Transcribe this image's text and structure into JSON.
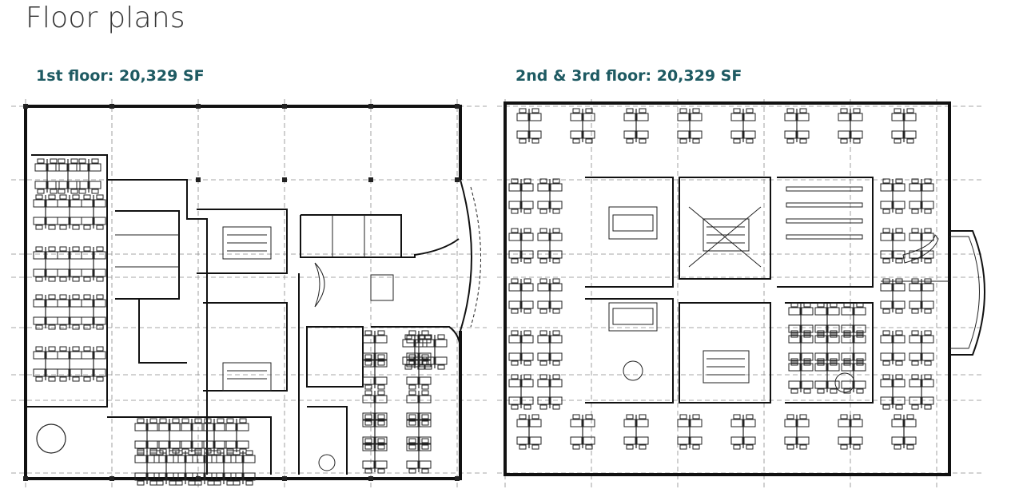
{
  "page": {
    "title": "Floor plans"
  },
  "plans": [
    {
      "label": "1st floor: 20,329 SF"
    },
    {
      "label": "2nd & 3rd floor: 20,329 SF"
    }
  ]
}
